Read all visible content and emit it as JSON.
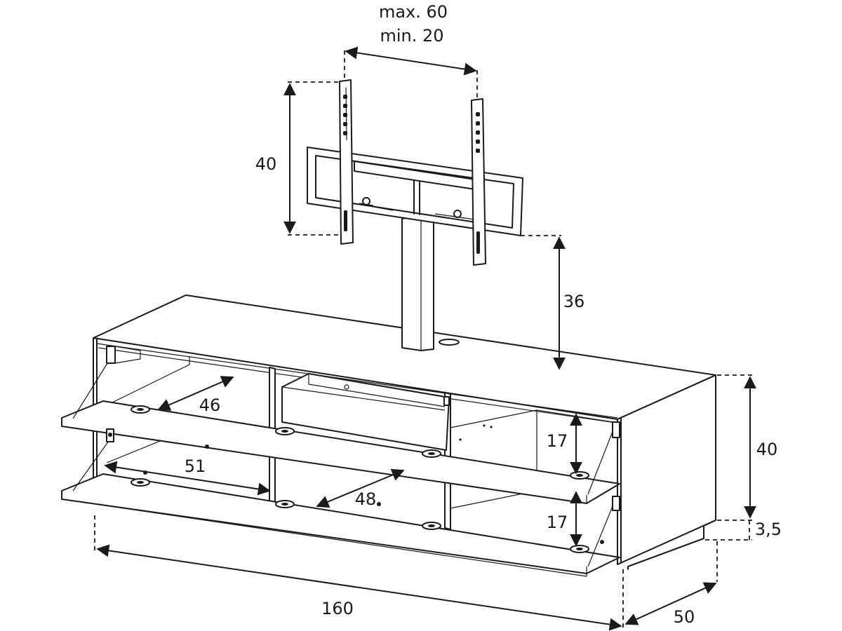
{
  "dimensions": {
    "width_range_max": "max. 60",
    "width_range_min": "min. 20",
    "bracket_height": "40",
    "clearance_height": "36",
    "cabinet_height": "40",
    "plinth_height": "3,5",
    "total_width": "160",
    "depth": "50",
    "shelf_depth_upper": "46",
    "shelf_width_lower": "51",
    "shelf_depth_lower": "48",
    "compartment_height_upper": "17",
    "compartment_height_lower": "17"
  }
}
